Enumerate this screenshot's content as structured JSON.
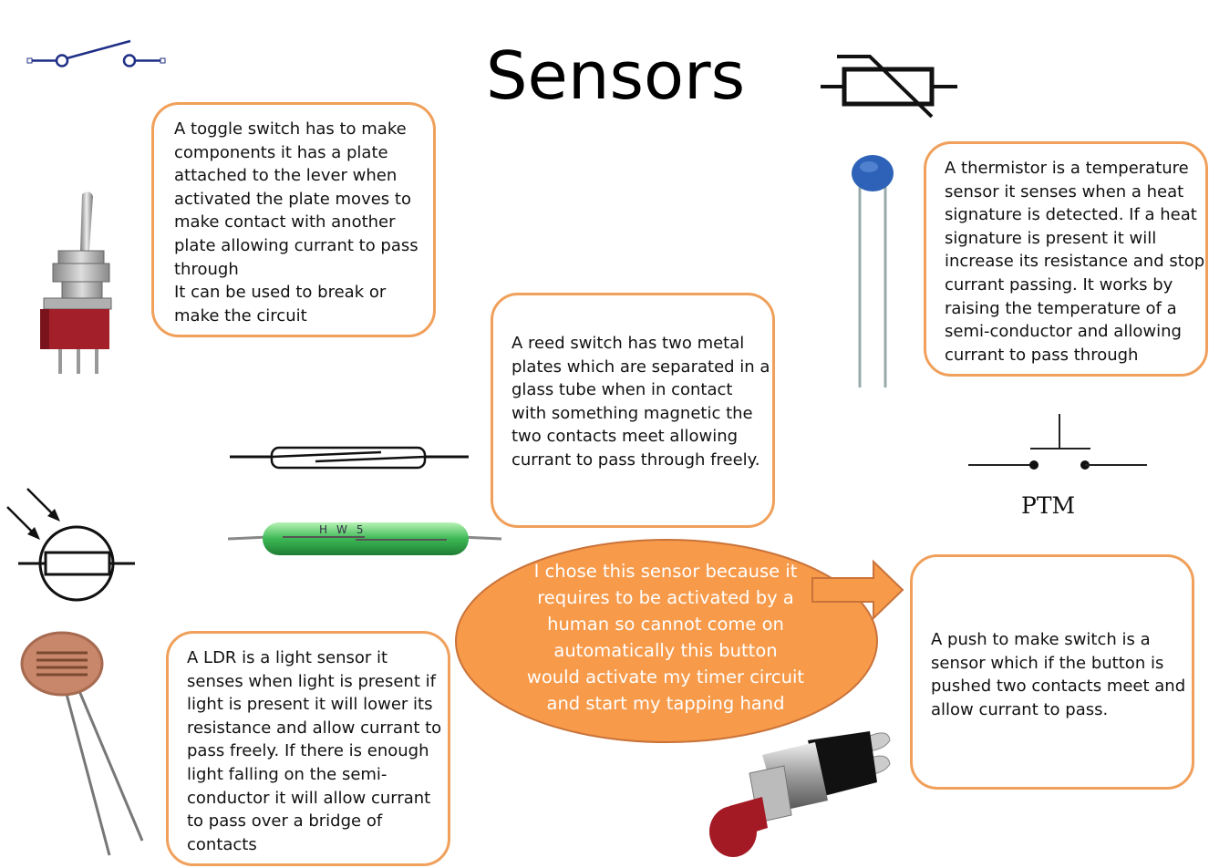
{
  "page": {
    "title": "Sensors",
    "colors": {
      "box_border": "#f0a05a",
      "ellipse_fill": "#f79a4a",
      "symbol_blue": "#1f2f86"
    }
  },
  "boxes": {
    "toggle": "A toggle switch has to make components it has a plate attached to the lever when activated the plate moves to make contact with another plate allowing currant to pass through\nIt can be used to break or make the circuit",
    "reed": "A reed switch has two metal plates which are separated in a glass tube when in contact with something magnetic the two contacts meet allowing currant to pass through freely.",
    "thermistor": "A thermistor is a temperature sensor it senses when a heat signature is detected. If a heat signature is present it will increase its resistance and stop currant passing. It works by raising the temperature of a semi-conductor and allowing currant to pass through",
    "ldr": "A LDR is a light sensor it senses when light is present if light is present it will lower its resistance and allow currant to pass freely. If there is enough light falling on the semi-conductor it will allow currant to pass over a bridge of contacts",
    "ptm": "A push to make switch is a sensor which if the button is pushed two contacts meet and allow currant to pass."
  },
  "callout": {
    "lines": [
      "I chose this sensor because it",
      "requires to be activated by a",
      "human so cannot come on",
      "automatically this button",
      "would activate my timer circuit",
      "and start my tapping hand"
    ]
  },
  "labels": {
    "ptm": "PTM"
  },
  "icons": [
    "switch-symbol-icon",
    "thermistor-symbol-icon",
    "ldr-symbol-icon",
    "reed-switch-symbol-icon",
    "ptm-symbol-icon",
    "arrow-icon"
  ]
}
